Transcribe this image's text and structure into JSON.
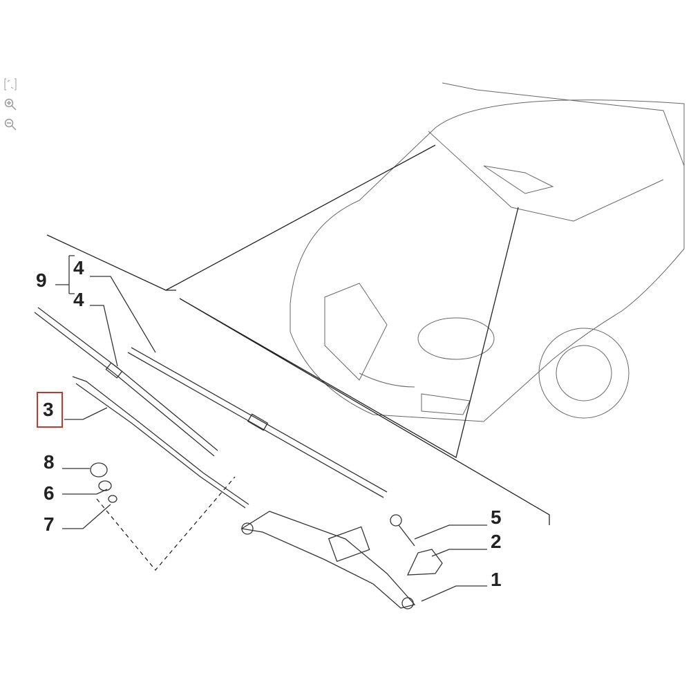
{
  "toolbar": {
    "icons": [
      "fit-view-icon",
      "zoom-in-icon",
      "zoom-out-icon"
    ]
  },
  "callouts": {
    "group": "9",
    "blade_upper": "4",
    "blade_lower": "4",
    "arm": "3",
    "cap": "8",
    "nut": "6",
    "washer": "7",
    "bolt": "5",
    "cover": "2",
    "linkage": "1"
  },
  "highlight_color": "#c0392b"
}
